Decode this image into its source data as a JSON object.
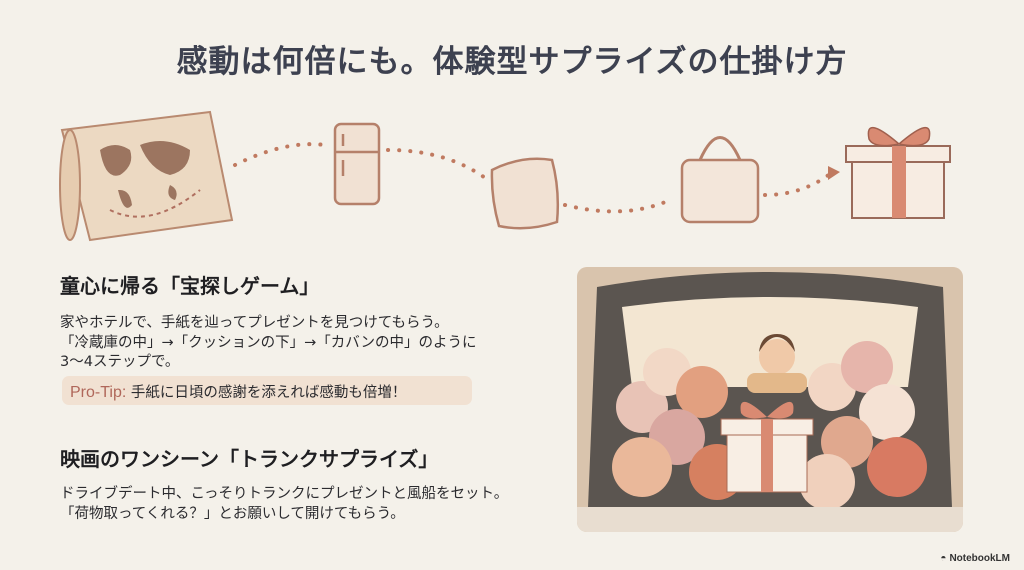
{
  "title": "感動は何倍にも。体験型サプライズの仕掛け方",
  "icons": [
    "map-icon",
    "fridge-icon",
    "cushion-icon",
    "bag-icon",
    "gift-icon"
  ],
  "accent": "#c07a60",
  "section1": {
    "heading": "童心に帰る「宝探しゲーム」",
    "lines": [
      "家やホテルで、手紙を辿ってプレゼントを見つけてもらう。",
      "「冷蔵庫の中」→「クッションの下」→「カバンの中」のように",
      "3〜4ステップで。"
    ],
    "tip_label": "Pro-Tip:",
    "tip_text": " 手紙に日頃の感謝を添えれば感動も倍増！"
  },
  "section2": {
    "heading": "映画のワンシーン「トランクサプライズ」",
    "lines": [
      "ドライブデート中、こっそりトランクにプレゼントと風船をセット。",
      "「荷物取ってくれる？」とお願いして開けてもらう。"
    ]
  },
  "brand": "NotebookLM"
}
